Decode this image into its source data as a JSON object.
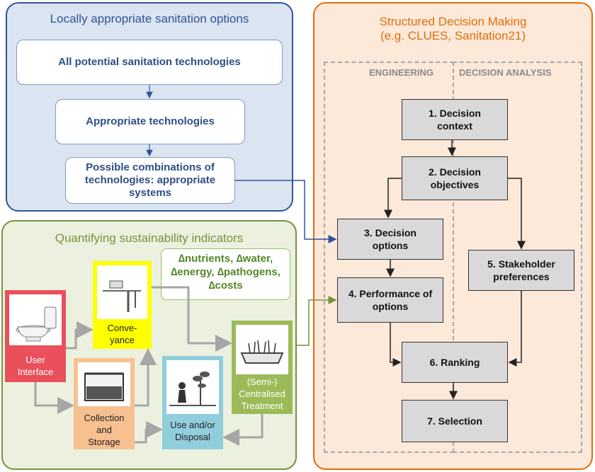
{
  "sanitation_panel": {
    "title": "Locally appropriate sanitation options",
    "boxes": [
      "All potential sanitation technologies",
      "Appropriate technologies",
      "Possible combinations of technologies: appropriate systems"
    ]
  },
  "sdm_panel": {
    "title_line1": "Structured Decision Making",
    "title_line2": "(e.g. CLUES, Sanitation21)",
    "columns": [
      "ENGINEERING",
      "DECISION ANALYSIS"
    ],
    "steps": [
      "1. Decision context",
      "2. Decision objectives",
      "3. Decision options",
      "4. Performance of options",
      "5. Stakeholder preferences",
      "6. Ranking",
      "7. Selection"
    ]
  },
  "sustainability_panel": {
    "title": "Quantifying sustainability indicators",
    "factors": "∆nutrients, ∆water, ∆energy, ∆pathogens, ∆costs",
    "components": {
      "user_interface": "User Interface",
      "conveyance": "Conve-yance",
      "collection_storage": "Collection and Storage",
      "use_disposal": "Use and/or Disposal",
      "treatment": "(Semi-) Centralised Treatment"
    }
  },
  "colors": {
    "blue_panel_bg": "#dbe4f1",
    "blue_panel_border": "#2f5597",
    "green_panel_bg": "#ebf1de",
    "green_panel_border": "#76923c",
    "orange_panel_bg": "#fde9d9",
    "orange_panel_border": "#e46c0a",
    "user_interface": "#e9505b",
    "conveyance": "#ffff00",
    "collection_storage": "#f7c090",
    "use_disposal": "#92cddc",
    "treatment": "#9bbb59"
  }
}
